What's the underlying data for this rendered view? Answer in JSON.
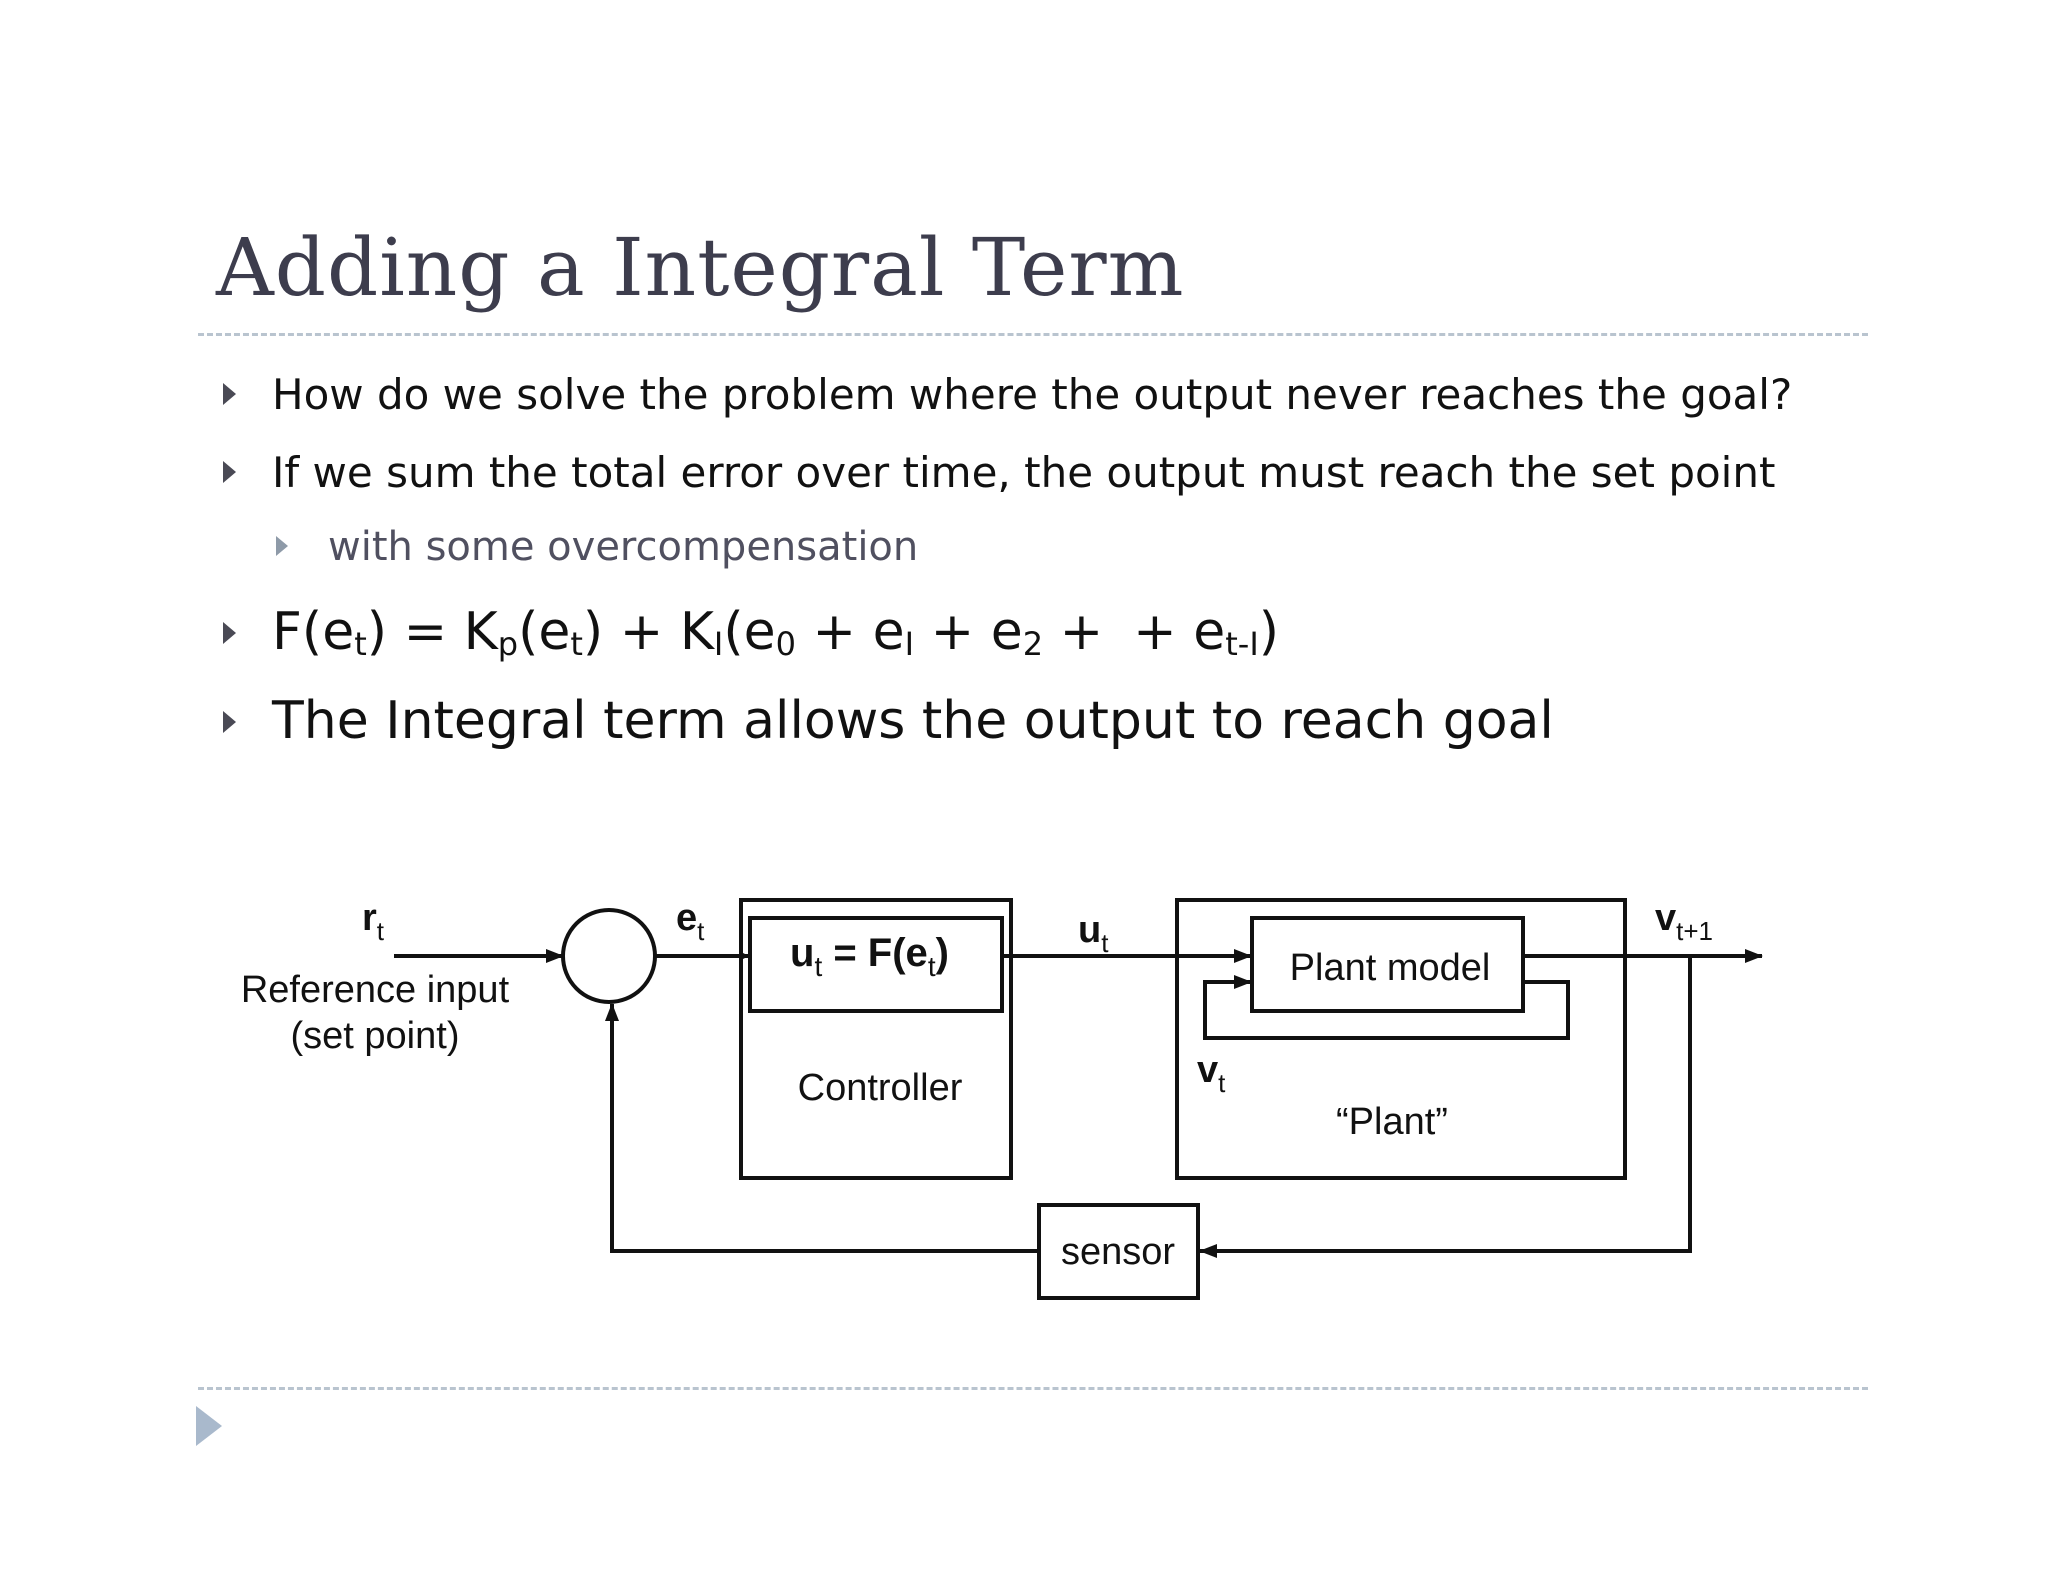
{
  "slide": {
    "title": "Adding a Integral Term",
    "bullets": [
      "How do we solve the problem where the output never reaches the goal?",
      "If we sum the total error over time, the output must reach the set point"
    ],
    "sub_bullet": "with some overcompensation",
    "formula": {
      "lhs_open": "F(e",
      "lhs_sub": "t",
      "lhs_close": ") = K",
      "kp_sub": "p",
      "p_open": "(e",
      "p_sub": "t",
      "p_close": ") + K",
      "ki_sub": "I",
      "i_open": "(e",
      "e0_sub": "0",
      "plus1": " + e",
      "e1_sub": "I",
      "plus2": " + e",
      "e2_sub": "2",
      "plus3": " +",
      "plus4": "+ e",
      "et_sub": "t-I",
      "tail": ")"
    },
    "last_bullet": "The Integral term allows the output to reach goal"
  },
  "diagram": {
    "r_main": "r",
    "r_sub": "t",
    "ref_line1": "Reference input",
    "ref_line2": "(set point)",
    "e_main": "e",
    "e_sub": "t",
    "ctrl_eq_u": "u",
    "ctrl_eq_u_sub": "t",
    "ctrl_eq_mid": " = F(e",
    "ctrl_eq_e_sub": "t",
    "ctrl_eq_end": ")",
    "controller_label": "Controller",
    "u_main": "u",
    "u_sub": "t",
    "plant_model_label": "Plant model",
    "v_main": "v",
    "v_sub": "t",
    "vnext_main": "v",
    "vnext_sub": "t+1",
    "plant_label": "“Plant”",
    "sensor_label": "sensor"
  }
}
